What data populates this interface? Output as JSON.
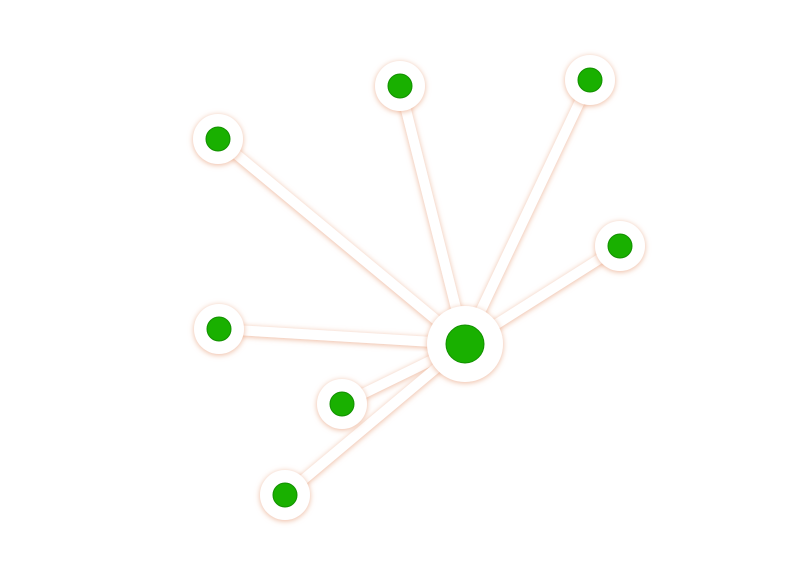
{
  "diagram": {
    "type": "star-network",
    "colors": {
      "background": "#ffffff",
      "node_fill": "#19b000",
      "node_ring": "#ffffff",
      "edge": "#ffffff",
      "glow": "#e7a07c"
    },
    "hub": {
      "id": "hub"
    },
    "leaves": [
      {
        "id": "leaf-1"
      },
      {
        "id": "leaf-2"
      },
      {
        "id": "leaf-3"
      },
      {
        "id": "leaf-4"
      },
      {
        "id": "leaf-5"
      },
      {
        "id": "leaf-6"
      },
      {
        "id": "leaf-7"
      }
    ]
  }
}
